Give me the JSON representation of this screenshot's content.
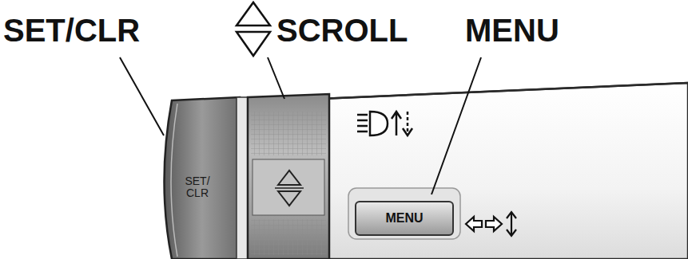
{
  "diagram": {
    "nodes": [
      {
        "text": [
          "SET/ CLR"
        ]
      },
      {
        "text": [
          "MENU"
        ]
      }
    ],
    "labels": [
      "SET/CLR",
      "SCROLL",
      "MENU"
    ]
  }
}
